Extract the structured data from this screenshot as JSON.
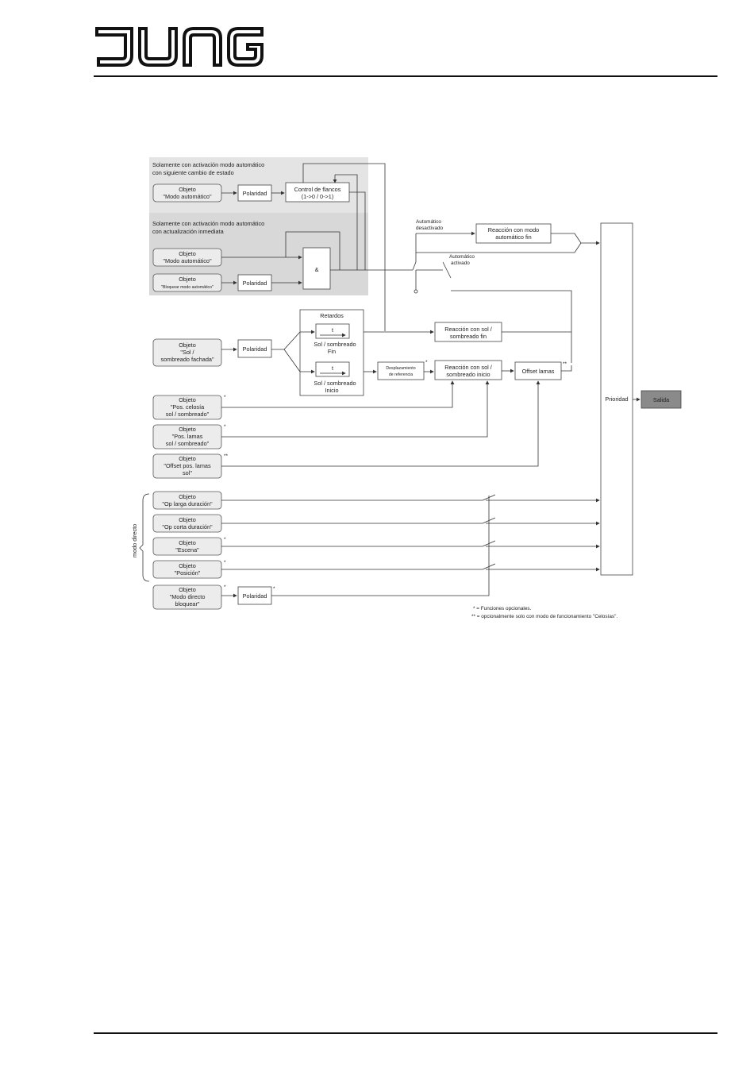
{
  "brand": {
    "logo_text": "JUNG"
  },
  "diagram": {
    "groups": {
      "state_change": [
        "Solamente con activación modo automático",
        "con siguiente cambio de estado"
      ],
      "immediate": [
        "Solamente con activación modo automático",
        "con actualización inmediata"
      ],
      "direct": "modo directo"
    },
    "objects": {
      "auto1": [
        "Objeto",
        "\"Modo automático\""
      ],
      "auto2": [
        "Objeto",
        "\"Modo automático\""
      ],
      "block_auto": [
        "Objeto",
        "\"Bloquear modo automático\""
      ],
      "sun": [
        "Objeto",
        "\"Sol /",
        "sombreado fachada\""
      ],
      "blind_pos": [
        "Objeto",
        "\"Pos. celosía",
        "sol / sombreado\""
      ],
      "slat_pos": [
        "Objeto",
        "\"Pos. lamas",
        "sol / sombreado\""
      ],
      "slat_offset": [
        "Objeto",
        "\"Offset pos. lamas",
        "sol\""
      ],
      "long_op": [
        "Objeto",
        "\"Op larga duración\""
      ],
      "short_op": [
        "Objeto",
        "\"Op corta duración\""
      ],
      "scene": [
        "Objeto",
        "\"Escena\""
      ],
      "position": [
        "Objeto",
        "\"Posición\""
      ],
      "direct_block": [
        "Objeto",
        "\"Modo directo",
        "bloquear\""
      ]
    },
    "blocks": {
      "polarity": "Polaridad",
      "edge_control": [
        "Control de flancos",
        "(1->0 / 0->1)"
      ],
      "and_gate": "&",
      "delays": "Retardos",
      "timer": "t",
      "delay_end": [
        "Sol / sombreado",
        "Fin"
      ],
      "delay_start": [
        "Sol / sombreado",
        "Inicio"
      ],
      "reference_shift": [
        "Desplazamiento",
        "de referencia"
      ],
      "sun_reaction_start": [
        "Reacción con sol /",
        "sombreado inicio"
      ],
      "sun_reaction_end": [
        "Reacción con sol /",
        "sombreado fin"
      ],
      "auto_end_reaction": [
        "Reacción con modo",
        "automático fin"
      ],
      "slat_offset": "Offset lamas",
      "priority": "Prioridad",
      "output": "Salida"
    },
    "labels": {
      "auto_off": [
        "Automático",
        "desactivado"
      ],
      "auto_on": [
        "Automático",
        "activado"
      ],
      "star": "*",
      "double_star": "**"
    },
    "footnotes": [
      "* = Funciones opcionales.",
      "** = opcionalmente solo con modo de funcionamiento \"Celosías\"."
    ]
  }
}
